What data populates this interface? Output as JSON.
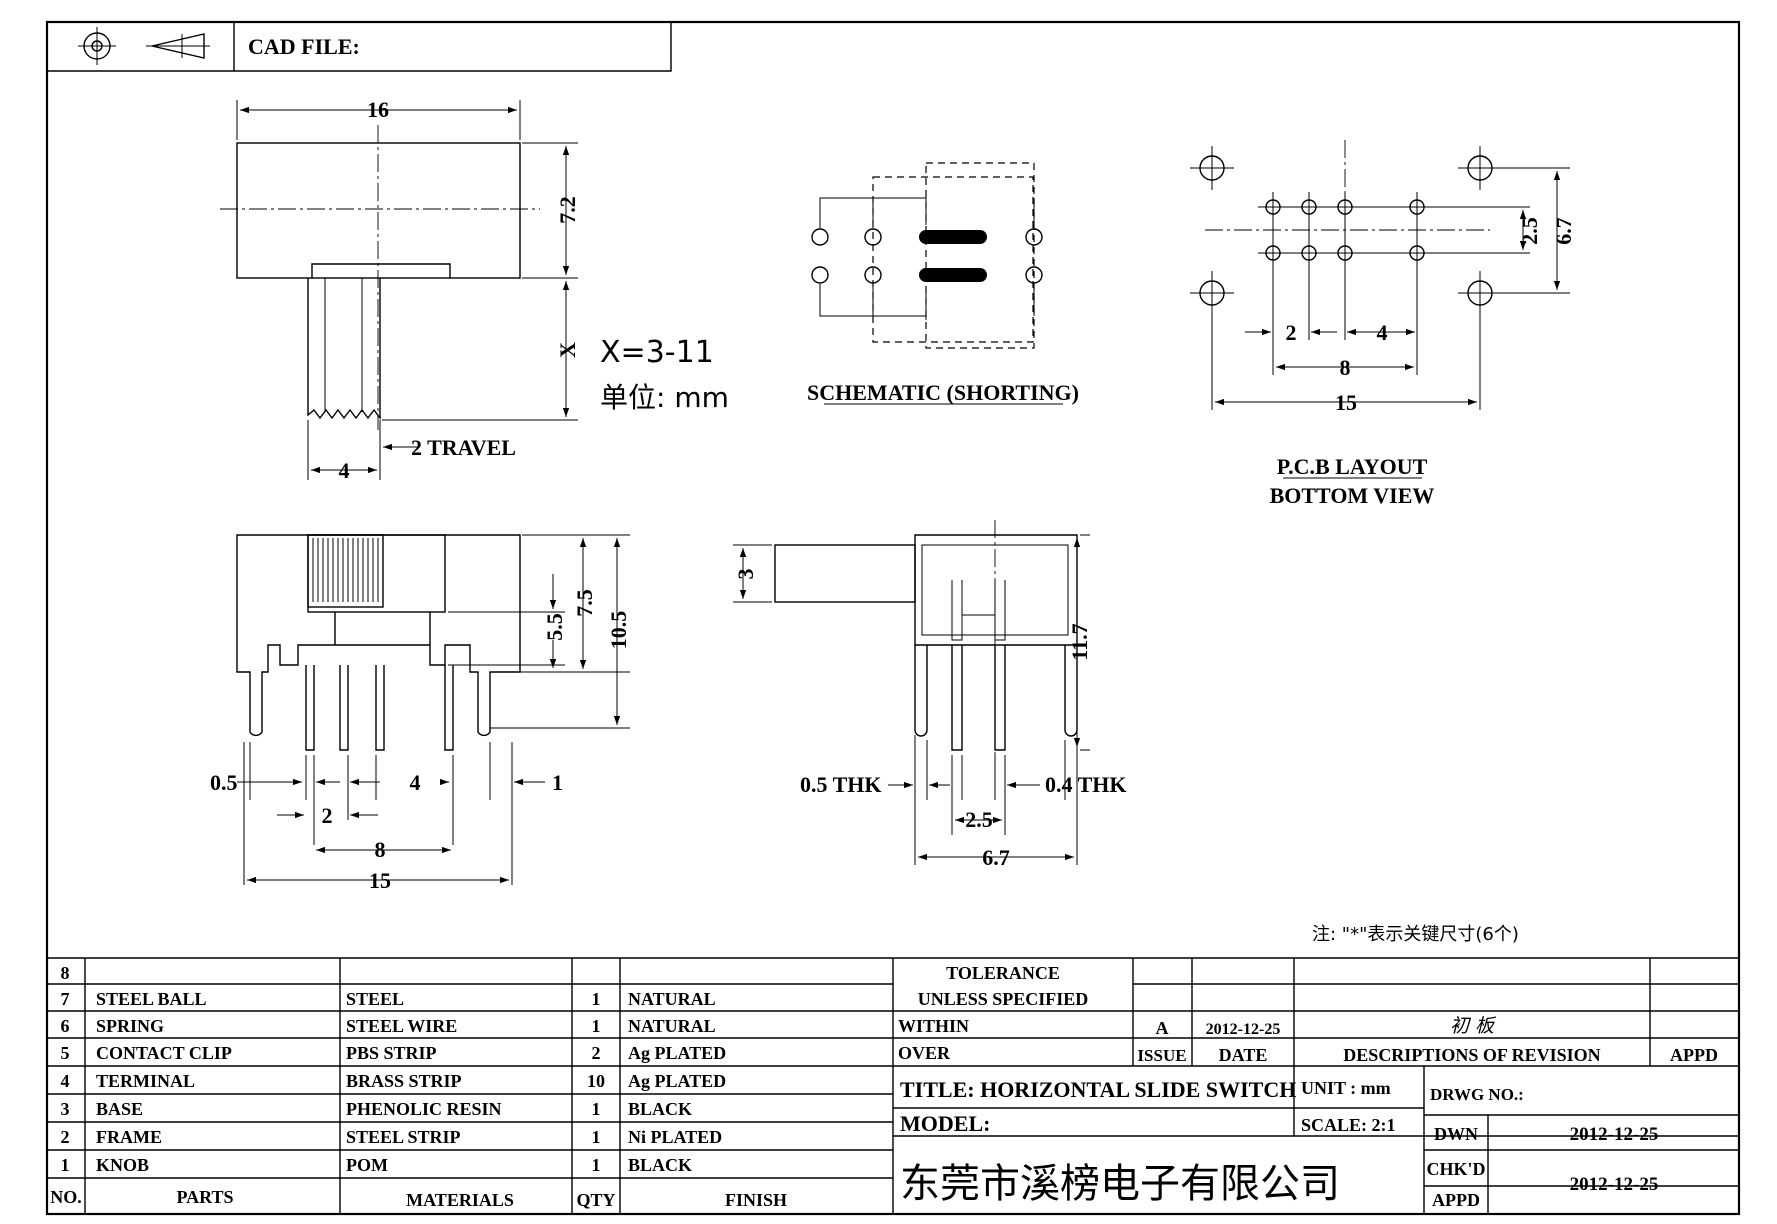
{
  "header": {
    "cad_file_label": "CAD FILE:"
  },
  "views": {
    "top": {
      "dim_length": "16",
      "dim_height": "7.2",
      "dim_x": "X",
      "x_range": "X=3-11",
      "unit": "单位: mm",
      "dim_knob_width": "4",
      "travel": "2 TRAVEL"
    },
    "schematic": {
      "caption": "SCHEMATIC (SHORTING)"
    },
    "pcb": {
      "caption_line1": "P.C.B LAYOUT",
      "caption_line2": "BOTTOM VIEW",
      "dim_row_pitch": "2.5",
      "dim_mount_pitch": "6.7",
      "dim_pin_pitch": "2",
      "dim_gap": "4",
      "dim_pin_span": "8",
      "dim_mount_span": "15"
    },
    "front": {
      "dim_5_5": "5.5",
      "dim_7_5": "7.5",
      "dim_10_5": "10.5",
      "dim_0_5": "0.5",
      "dim_4": "4",
      "dim_1": "1",
      "dim_2": "2",
      "dim_8": "8",
      "dim_15": "15"
    },
    "side": {
      "dim_knob": "3",
      "dim_height": "11.7",
      "thk_left": "0.5 THK",
      "thk_right": "0.4 THK",
      "dim_pitch": "2.5",
      "dim_width": "6.7"
    },
    "note": "注: \"*\"表示关键尺寸(6个)"
  },
  "bom": {
    "rows": [
      {
        "no": "8",
        "part": "",
        "material": "",
        "qty": "",
        "finish": ""
      },
      {
        "no": "7",
        "part": "STEEL BALL",
        "material": "STEEL",
        "qty": "1",
        "finish": "NATURAL"
      },
      {
        "no": "6",
        "part": "SPRING",
        "material": "STEEL WIRE",
        "qty": "1",
        "finish": "NATURAL"
      },
      {
        "no": "5",
        "part": "CONTACT CLIP",
        "material": "PBS STRIP",
        "qty": "2",
        "finish": "Ag PLATED"
      },
      {
        "no": "4",
        "part": "TERMINAL",
        "material": "BRASS STRIP",
        "qty": "10",
        "finish": "Ag PLATED"
      },
      {
        "no": "3",
        "part": "BASE",
        "material": "PHENOLIC RESIN",
        "qty": "1",
        "finish": "BLACK"
      },
      {
        "no": "2",
        "part": "FRAME",
        "material": "STEEL STRIP",
        "qty": "1",
        "finish": "Ni PLATED"
      },
      {
        "no": "1",
        "part": "KNOB",
        "material": "POM",
        "qty": "1",
        "finish": "BLACK"
      }
    ],
    "headers": {
      "no": "NO.",
      "part": "PARTS",
      "material": "MATERIALS",
      "qty": "QTY",
      "finish": "FINISH"
    }
  },
  "title_block": {
    "tolerance": "TOLERANCE",
    "unless": "UNLESS   SPECIFIED",
    "within": "WITHIN",
    "over": "OVER",
    "issue": "A",
    "issue_date": "2012-12-25",
    "revision_desc": "初 板",
    "issue_label": "ISSUE",
    "date_label": "DATE",
    "desc_label": "DESCRIPTIONS  OF  REVISION",
    "appd_label": "APPD",
    "title": "TITLE:  HORIZONTAL  SLIDE  SWITCH",
    "unit": "UNIT : mm",
    "drwg_no": "DRWG  NO.:",
    "model": "MODEL:",
    "scale": "SCALE: 2:1",
    "dwn": "DWN",
    "dwn_date": "2012-12-25",
    "chkd": "CHK'D",
    "appd": "APPD",
    "appd_date": "2012-12-25",
    "company": "东莞市溪榜电子有限公司"
  }
}
